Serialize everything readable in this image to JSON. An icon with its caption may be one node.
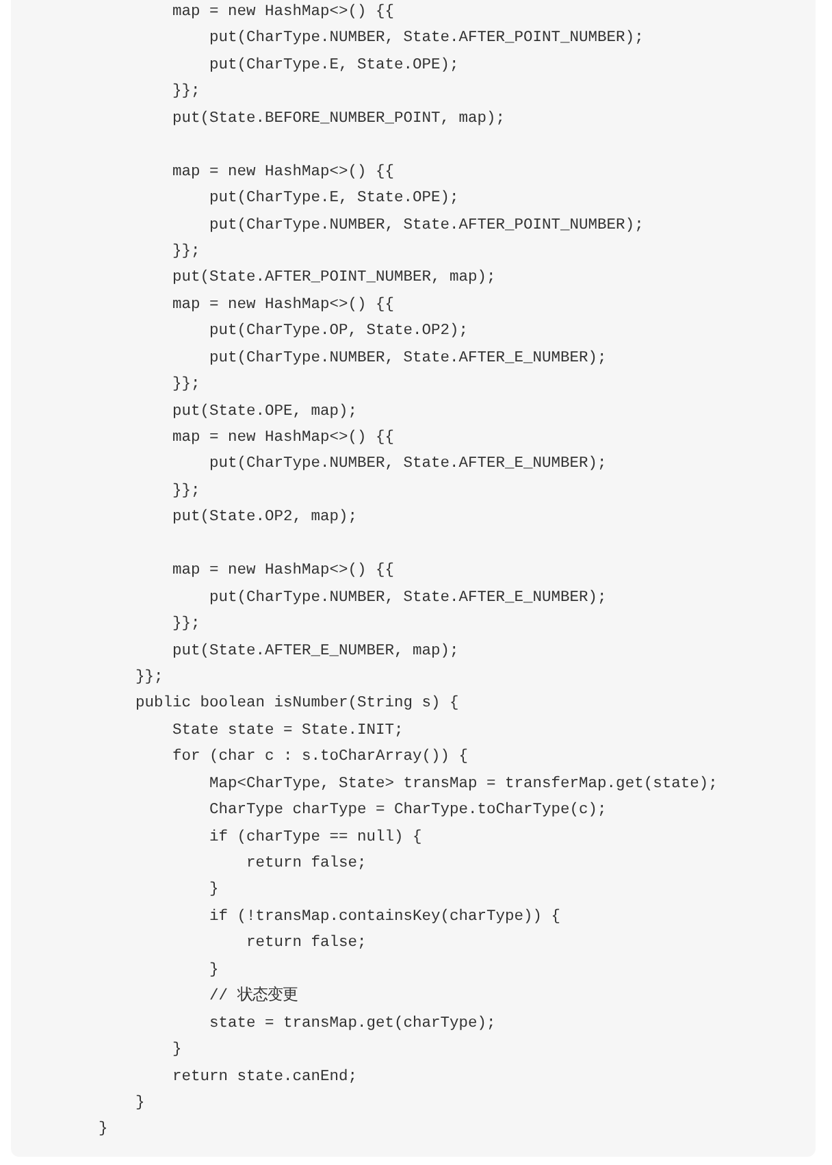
{
  "diagram": {
    "labels": [
      "        map = new HashMap<>() {{",
      "            put(CharType.NUMBER, State.AFTER_POINT_NUMBER);",
      "            put(CharType.E, State.OPE);",
      "        }};",
      "        put(State.BEFORE_NUMBER_POINT, map);",
      "        map = new HashMap<>() {{",
      "            put(CharType.E, State.OPE);",
      "            put(CharType.NUMBER, State.AFTER_POINT_NUMBER);",
      "        }};",
      "        put(State.AFTER_POINT_NUMBER, map);",
      "        map = new HashMap<>() {{",
      "            put(CharType.OP, State.OP2);",
      "            put(CharType.NUMBER, State.AFTER_E_NUMBER);",
      "        }};",
      "        put(State.OPE, map);",
      "        map = new HashMap<>() {{",
      "            put(CharType.NUMBER, State.AFTER_E_NUMBER);",
      "        }};",
      "        put(State.OP2, map);",
      "        map = new HashMap<>() {{",
      "            put(CharType.NUMBER, State.AFTER_E_NUMBER);",
      "        }};",
      "        put(State.AFTER_E_NUMBER, map);",
      "    }};",
      "    public boolean isNumber(String s) {",
      "        State state = State.INIT;",
      "        for (char c : s.toCharArray()) {",
      "            Map<CharType, State> transMap = transferMap.get(state);",
      "            CharType charType = CharType.toCharType(c);",
      "            if (charType == null) {",
      "                return false;",
      "            }",
      "            if (!transMap.containsKey(charType)) {",
      "                return false;",
      "            }",
      "            // 状态变更",
      "            state = transMap.get(charType);",
      "        }",
      "        return state.canEnd;",
      "    }",
      "}"
    ]
  }
}
